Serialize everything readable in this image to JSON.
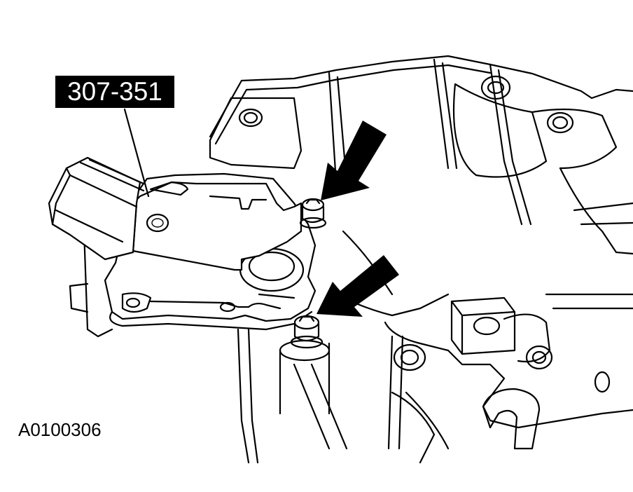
{
  "diagram": {
    "tool_callout": "307-351",
    "figure_id": "A0100306",
    "arrow_count": 2
  }
}
